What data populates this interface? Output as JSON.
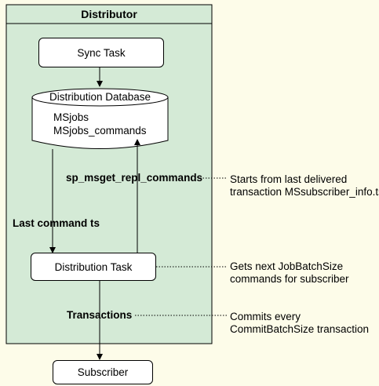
{
  "diagram": {
    "container_title": "Distributor",
    "sync_task": "Sync Task",
    "database": {
      "title": "Distribution Database",
      "tables": [
        "MSjobs",
        "MSjobs_commands"
      ]
    },
    "edge_labels": {
      "procedure": "sp_msget_repl_commands",
      "last_command": "Last command ts",
      "transactions": "Transactions"
    },
    "distribution_task": "Distribution Task",
    "subscriber": "Subscriber",
    "notes": {
      "procedure_note": [
        "Starts from last delivered",
        "transaction MSsubscriber_info.ts"
      ],
      "task_note": [
        "Gets next JobBatchSize",
        "commands for subscriber"
      ],
      "transactions_note": [
        "Commits every",
        "CommitBatchSize transaction"
      ]
    },
    "colors": {
      "container_fill": "#d4ead6",
      "background": "#fdfce9",
      "box_fill": "#ffffff",
      "stroke": "#000000"
    }
  }
}
